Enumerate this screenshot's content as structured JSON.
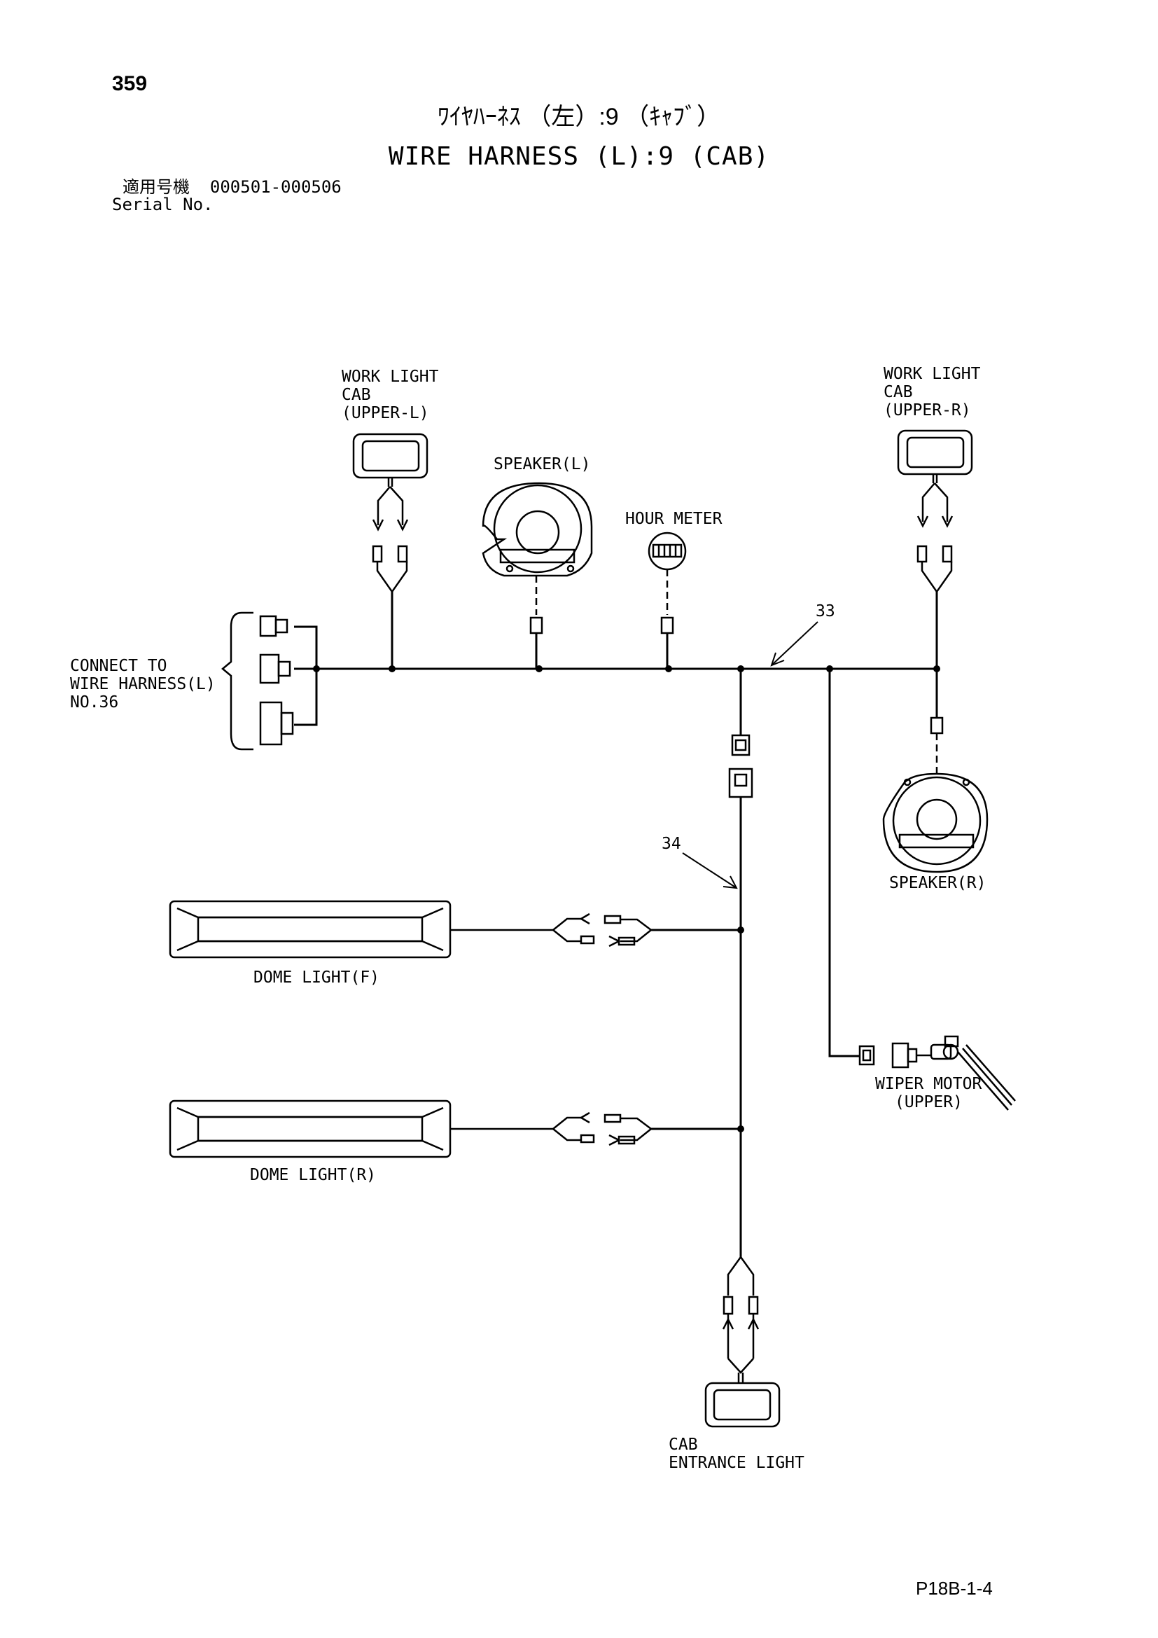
{
  "page_number": "359",
  "title_jp": "ﾜｲﾔﾊｰﾈｽ （左）:9 （ｷｬﾌﾞ）",
  "title_en": "WIRE HARNESS (L):9 (CAB)",
  "serial": {
    "label_jp": "適用号機",
    "range": "000501-000506",
    "label_en": "Serial No."
  },
  "components": {
    "work_light_upper_l": [
      "WORK LIGHT",
      "CAB",
      "(UPPER-L)"
    ],
    "work_light_upper_r": [
      "WORK LIGHT",
      "CAB",
      "(UPPER-R)"
    ],
    "speaker_l": "SPEAKER(L)",
    "speaker_r": "SPEAKER(R)",
    "hour_meter": "HOUR METER",
    "connect_to": [
      "CONNECT TO",
      "WIRE HARNESS(L)",
      "NO.36"
    ],
    "dome_light_f": "DOME LIGHT(F)",
    "dome_light_r": "DOME LIGHT(R)",
    "wiper_motor": [
      "WIPER MOTOR",
      "(UPPER)"
    ],
    "cab_entrance_light": [
      "CAB",
      "ENTRANCE LIGHT"
    ]
  },
  "callouts": {
    "harness_33": "33",
    "harness_34": "34"
  },
  "document_code": "P18B-1-4"
}
